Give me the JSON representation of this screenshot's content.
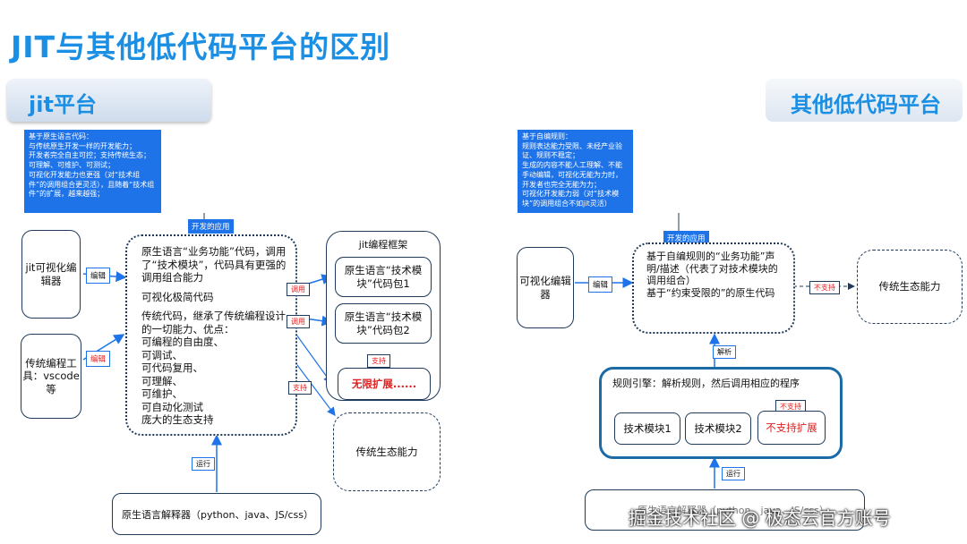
{
  "title": "JIT与其他低代码平台的区别",
  "left_header": "jit平台",
  "right_header": "其他低代码平台",
  "left": {
    "blue_note": "基于原生语言代码：\n与传统原生开发一样的开发能力；\n开发者完全自主可控；支持传统生态；可理解、可维护、可测试；\n可视化开发能力也更强（对“技术组件”的调用组合更灵活），且随着“技术组件”的扩展，越来越强；",
    "tag_dev_app": "开发的应用",
    "editor": "jit可视化编辑器",
    "traditional_tool": "传统编程工具：vscode等",
    "edit_label_1": "编辑",
    "edit_label_2": "编辑",
    "center_lines": [
      "原生语言“业务功能”代码，调用了“技术模块”，代码具有更强的调用组合能力",
      "",
      "可视化极简代码",
      "",
      "传统代码，继承了传统编程设计的一切能力、优点：",
      "可编程的自由度、",
      "可调试、",
      "可代码复用、",
      "可理解、",
      "可维护、",
      "可自动化测试",
      "庞大的生态支持"
    ],
    "framework_title": "jit编程框架",
    "pkg1": "原生语言“技术模块”代码包1",
    "pkg2": "原生语言“技术模块”代码包2",
    "call_1": "调用",
    "call_2": "调用",
    "support_1": "支持",
    "support_2": "支持",
    "unlimited": "无限扩展......",
    "eco": "传统生态能力",
    "run": "运行",
    "interpreter": "原生语言解释器（python、java、JS/css）"
  },
  "right": {
    "blue_note": "基于自编规则：\n规则表达能力受限、未经产业验证、规则不稳定；\n生成的内容不能人工理解、不能手动编辑，可视化无能为力时，开发者也完全无能为力；\n可视化开发能力弱（对“技术模块”的调用组合不如jit灵活）",
    "tag_dev_app": "开发的应用",
    "editor": "可视化编辑器",
    "edit_label": "编辑",
    "center_text": "基于自编规则的“业务功能”声明/描述（代表了对技术模块的调用组合）\n基于“约束受限的”的原生代码",
    "not_support_1": "不支持",
    "eco": "传统生态能力",
    "parse": "解析",
    "engine_title": "规则引擎：解析规则，然后调用相应的程序",
    "mod1": "技术模块1",
    "mod2": "技术模块2",
    "not_support_2": "不支持",
    "no_ext": "不支持扩展",
    "run": "运行",
    "interpreter": "原生语言解释器（python、java、JS/css）"
  },
  "watermark": "掘金技术社区 @ 极态云官方账号",
  "colors": {
    "title_blue": "#1a8fe3",
    "note_blue": "#1e73e8",
    "red": "#e02020",
    "outline": "#1f3a5a"
  }
}
